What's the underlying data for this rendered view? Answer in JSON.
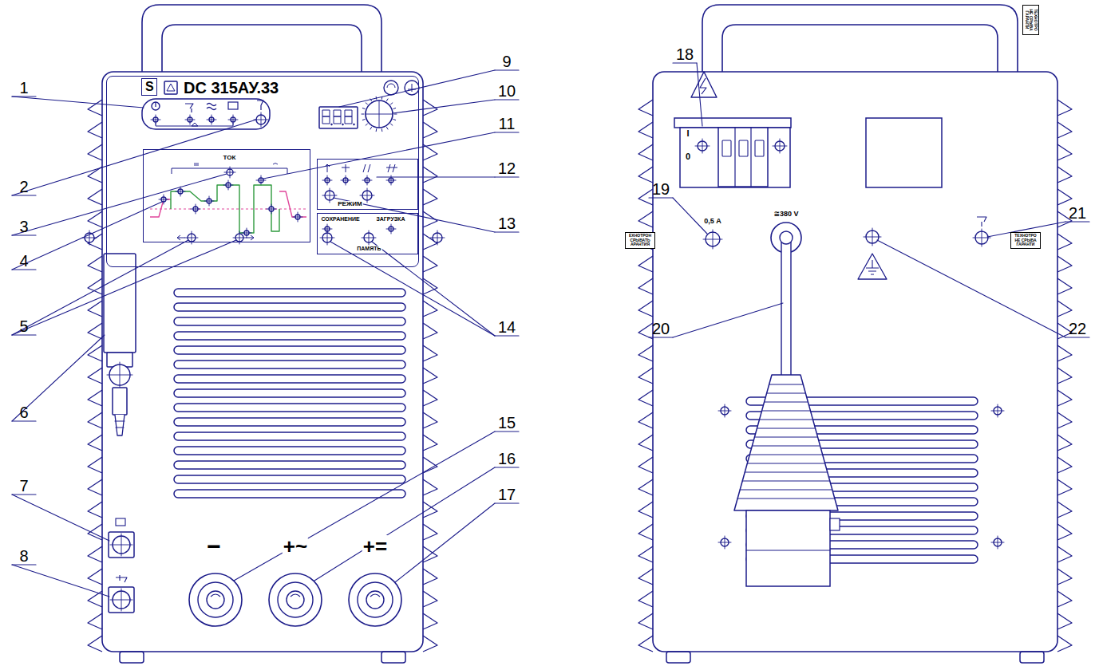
{
  "diagram": {
    "nodes": [
      {
        "text": [
          "DC 315АУ.33"
        ]
      },
      {
        "text": [
          "S"
        ],
        "in": 0
      },
      {
        "text": [
          "ТОК"
        ],
        "in": 0
      },
      {
        "text": [
          "РЕЖИМ"
        ],
        "in": 0
      },
      {
        "text": [
          "СОХРАНЕНИЕ",
          "ЗАГРУЗКА",
          "ПАМЯТЬ"
        ],
        "in": 0
      }
    ],
    "labels": [
      "1",
      "2",
      "3",
      "4",
      "5",
      "6",
      "7",
      "8",
      "9",
      "10",
      "11",
      "12",
      "13",
      "14",
      "15",
      "16",
      "17",
      "18",
      "19",
      "20",
      "21",
      "22",
      "−",
      "+~",
      "+=",
      "I",
      "0",
      "0,5 А",
      "≅380 V",
      "ЕХНОТРОН СРЫВАТЬ АРАНТИЯ",
      "ТЕХНОТРО НЕ СРЫВА ГАРАНТИ",
      "ТЕХНОТРО НЕ СРЫВА ГАРАНТИ"
    ]
  }
}
